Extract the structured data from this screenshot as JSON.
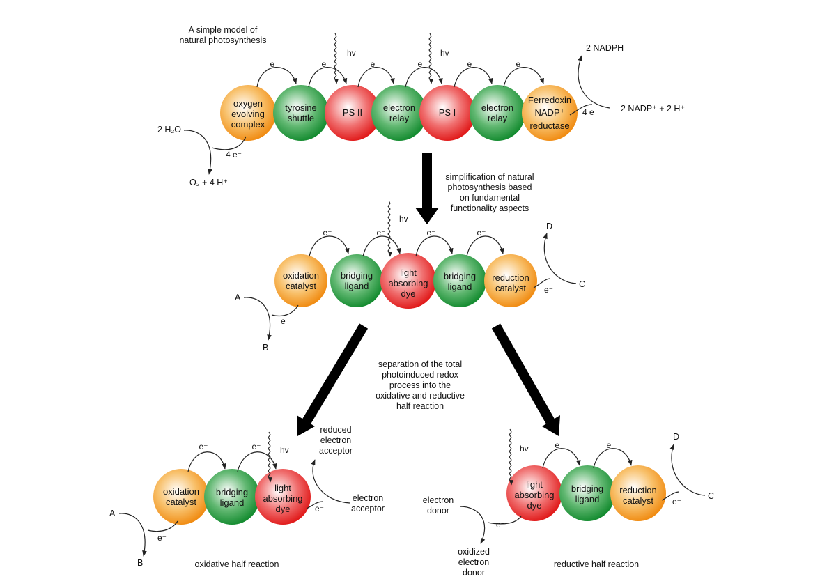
{
  "colors": {
    "orange": "#f39a1e",
    "green": "#1d9a3a",
    "red": "#e62525",
    "arrow": "#000000"
  },
  "top": {
    "title": [
      "A simple model of",
      "natural photosynthesis"
    ],
    "balls": [
      {
        "lines": [
          "oxygen",
          "evolving",
          "complex"
        ],
        "color": "orange"
      },
      {
        "lines": [
          "tyrosine",
          "shuttle"
        ],
        "color": "green"
      },
      {
        "lines": [
          "PS II"
        ],
        "color": "red"
      },
      {
        "lines": [
          "electron",
          "relay"
        ],
        "color": "green"
      },
      {
        "lines": [
          "PS I"
        ],
        "color": "red"
      },
      {
        "lines": [
          "electron",
          "relay"
        ],
        "color": "green"
      },
      {
        "lines": [
          "Ferredoxin",
          "NADP⁺",
          "reductase"
        ],
        "color": "orange"
      }
    ],
    "electron": "e⁻",
    "hv": "hv",
    "water": "2 H₂O",
    "four_e": "4 e⁻",
    "oxygen": "O₂ + 4 H⁺",
    "nadph": "2 NADPH",
    "nadp": "2 NADP⁺ + 2 H⁺",
    "four_e_right": "4 e⁻"
  },
  "simplify_note": [
    "simplification of natural",
    "photosynthesis based",
    "on fundamental",
    "functionality aspects"
  ],
  "middle": {
    "balls": [
      {
        "lines": [
          "oxidation",
          "catalyst"
        ],
        "color": "orange"
      },
      {
        "lines": [
          "bridging",
          "ligand"
        ],
        "color": "green"
      },
      {
        "lines": [
          "light",
          "absorbing",
          "dye"
        ],
        "color": "red"
      },
      {
        "lines": [
          "bridging",
          "ligand"
        ],
        "color": "green"
      },
      {
        "lines": [
          "reduction",
          "catalyst"
        ],
        "color": "orange"
      }
    ],
    "A": "A",
    "B": "B",
    "C": "C",
    "D": "D",
    "electron": "e⁻",
    "hv": "hv"
  },
  "separation_note": [
    "separation of the total",
    "photoinduced redox",
    "process into the",
    "oxidative and reductive",
    "half reaction"
  ],
  "oxidative": {
    "balls": [
      {
        "lines": [
          "oxidation",
          "catalyst"
        ],
        "color": "orange"
      },
      {
        "lines": [
          "bridging",
          "ligand"
        ],
        "color": "green"
      },
      {
        "lines": [
          "light",
          "absorbing",
          "dye"
        ],
        "color": "red"
      }
    ],
    "A": "A",
    "B": "B",
    "reduced_acceptor": [
      "reduced",
      "electron",
      "acceptor"
    ],
    "acceptor": [
      "electron",
      "acceptor"
    ],
    "caption": "oxidative half reaction",
    "electron": "e⁻",
    "hv": "hv"
  },
  "reductive": {
    "balls": [
      {
        "lines": [
          "light",
          "absorbing",
          "dye"
        ],
        "color": "red"
      },
      {
        "lines": [
          "bridging",
          "ligand"
        ],
        "color": "green"
      },
      {
        "lines": [
          "reduction",
          "catalyst"
        ],
        "color": "orange"
      }
    ],
    "C": "C",
    "D": "D",
    "donor": [
      "electron",
      "donor"
    ],
    "oxidized_donor": [
      "oxidized",
      "electron",
      "donor"
    ],
    "caption": "reductive half reaction",
    "electron": "e⁻",
    "hv": "hv"
  }
}
